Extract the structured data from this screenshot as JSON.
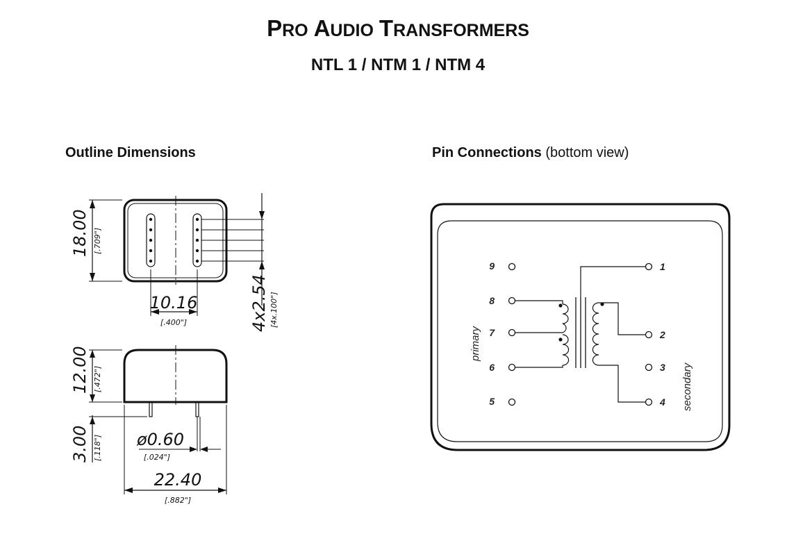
{
  "title": {
    "line1_part1_initial": "P",
    "line1_part1_rest": "RO",
    "line1_part2_initial": "A",
    "line1_part2_rest": "UDIO",
    "line1_part3_initial": "T",
    "line1_part3_rest": "RANSFORMERS",
    "subtitle": "NTL 1 / NTM 1 / NTM 4"
  },
  "outline": {
    "heading": "Outline Dimensions",
    "height_mm": "18.00",
    "height_in": "[.709\"]",
    "pin_spacing_mm": "10.16",
    "pin_spacing_in": "[.400\"]",
    "pitch_mm": "4x2.54",
    "pitch_in": "[4x.100\"]",
    "body_height_mm": "12.00",
    "body_height_in": "[.472\"]",
    "lead_length_mm": "3.00",
    "lead_length_in": "[.118\"]",
    "pin_diameter_mm": "ø0.60",
    "pin_diameter_in": "[.024\"]",
    "width_mm": "22.40",
    "width_in": "[.882\"]"
  },
  "pins": {
    "heading_bold": "Pin Connections",
    "heading_normal": " (bottom view)",
    "left_labels": [
      "9",
      "8",
      "7",
      "6",
      "5"
    ],
    "right_labels": [
      "1",
      "2",
      "3",
      "4"
    ],
    "primary_label": "primary",
    "secondary_label": "secondary"
  }
}
